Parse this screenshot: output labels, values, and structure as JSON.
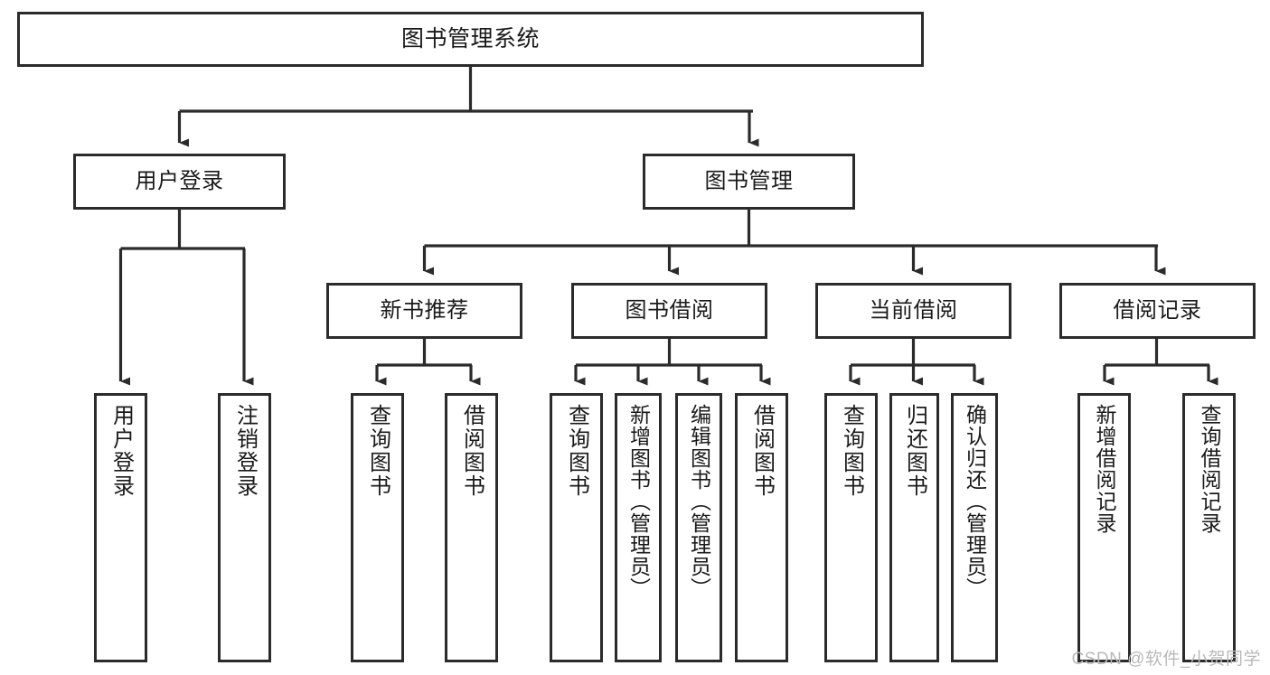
{
  "diagram": {
    "title": "图书管理系统",
    "type": "tree",
    "stroke_color": "#2b2b2b",
    "fill_color": "#ffffff",
    "text_color": "#1a1a1a",
    "watermark": "CSDN @软件_小贺同学",
    "levels": {
      "root": {
        "label": "图书管理系统"
      },
      "level2": [
        {
          "id": "user-login",
          "label": "用户登录"
        },
        {
          "id": "book-manage",
          "label": "图书管理"
        }
      ],
      "level3": [
        {
          "id": "new-book-recommend",
          "label": "新书推荐"
        },
        {
          "id": "book-borrow",
          "label": "图书借阅"
        },
        {
          "id": "current-borrow",
          "label": "当前借阅"
        },
        {
          "id": "borrow-record",
          "label": "借阅记录"
        }
      ],
      "leaves": {
        "user_login": [
          {
            "id": "leaf-user-login",
            "label": "用户登录"
          },
          {
            "id": "leaf-logout-login",
            "label": "注销登录"
          }
        ],
        "new_book_recommend": [
          {
            "id": "leaf-query-book-1",
            "label": "查询图书"
          },
          {
            "id": "leaf-borrow-book-1",
            "label": "借阅图书"
          }
        ],
        "book_borrow": [
          {
            "id": "leaf-query-book-2",
            "label": "查询图书"
          },
          {
            "id": "leaf-add-book",
            "label": "新增图书（管理员）"
          },
          {
            "id": "leaf-edit-book",
            "label": "编辑图书（管理员）"
          },
          {
            "id": "leaf-borrow-book-2",
            "label": "借阅图书"
          }
        ],
        "current_borrow": [
          {
            "id": "leaf-query-book-3",
            "label": "查询图书"
          },
          {
            "id": "leaf-return-book",
            "label": "归还图书"
          },
          {
            "id": "leaf-confirm-return",
            "label": "确认归还（管理员）"
          }
        ],
        "borrow_record": [
          {
            "id": "leaf-add-record",
            "label": "新增借阅记录"
          },
          {
            "id": "leaf-query-record",
            "label": "查询借阅记录"
          }
        ]
      }
    }
  }
}
